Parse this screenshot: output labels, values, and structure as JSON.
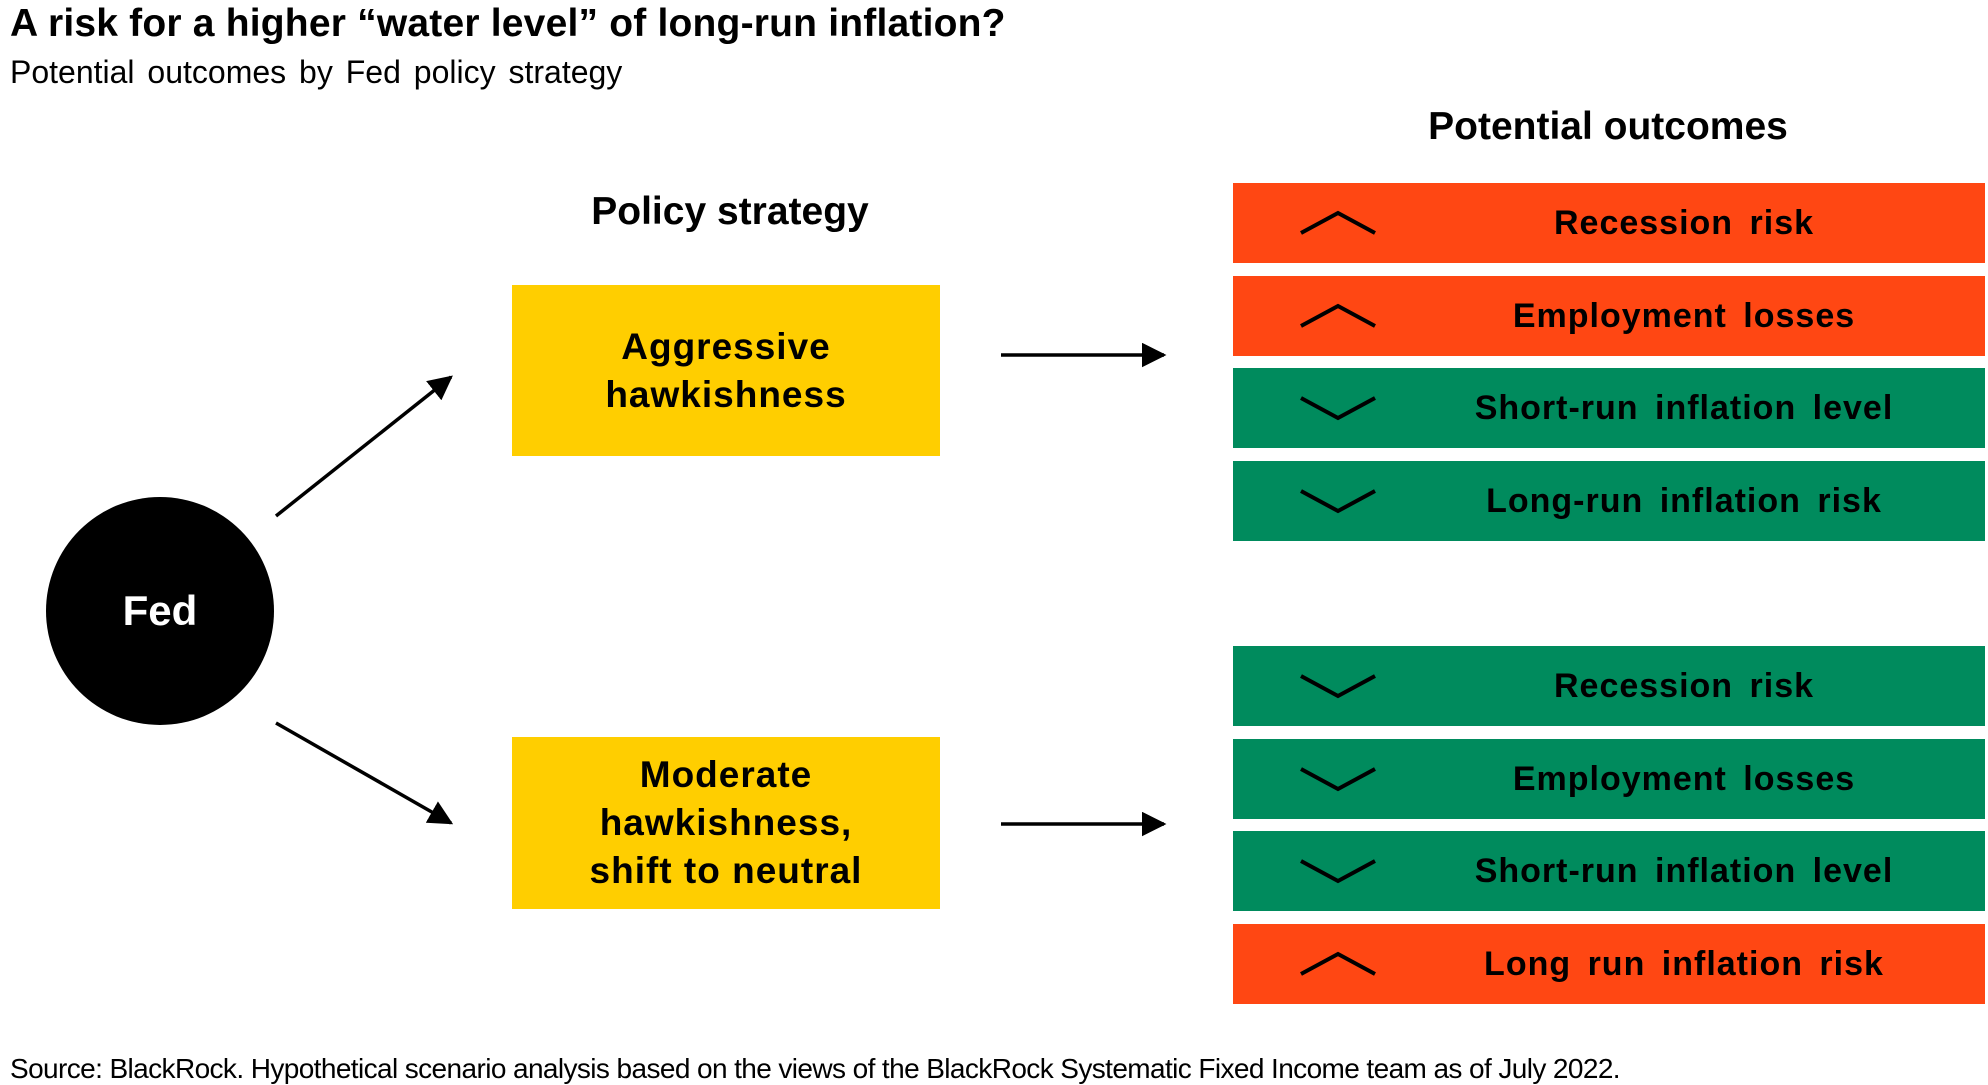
{
  "title": "A risk for a higher “water level” of long-run inflation?",
  "subtitle": "Potential  outcomes by Fed policy strategy",
  "headers": {
    "policy": "Policy strategy",
    "outcomes": "Potential outcomes"
  },
  "fed": {
    "label": "Fed"
  },
  "strategies": [
    {
      "label": "Aggressive\nhawkishness",
      "outcomes": [
        {
          "label": "Recession risk",
          "direction": "up",
          "icon": "chevron-up-icon"
        },
        {
          "label": "Employment  losses",
          "direction": "up",
          "icon": "chevron-up-icon"
        },
        {
          "label": "Short-run inflation level",
          "direction": "down",
          "icon": "chevron-down-icon"
        },
        {
          "label": "Long-run inflation risk",
          "direction": "down",
          "icon": "chevron-down-icon"
        }
      ]
    },
    {
      "label": "Moderate\nhawkishness,\nshift to neutral",
      "outcomes": [
        {
          "label": "Recession risk",
          "direction": "down",
          "icon": "chevron-down-icon"
        },
        {
          "label": "Employment  losses",
          "direction": "down",
          "icon": "chevron-down-icon"
        },
        {
          "label": "Short-run inflation level",
          "direction": "down",
          "icon": "chevron-down-icon"
        },
        {
          "label": "Long run inflation risk",
          "direction": "up",
          "icon": "chevron-up-icon"
        }
      ]
    }
  ],
  "colors": {
    "increase": "#FF4713",
    "decrease": "#008B5D",
    "strategy_box": "#FFCE00",
    "fed_circle": "#000000"
  },
  "source": "Source: BlackRock. Hypothetical scenario analysis based on the views of the BlackRock Systematic Fixed Income team as of July 2022."
}
